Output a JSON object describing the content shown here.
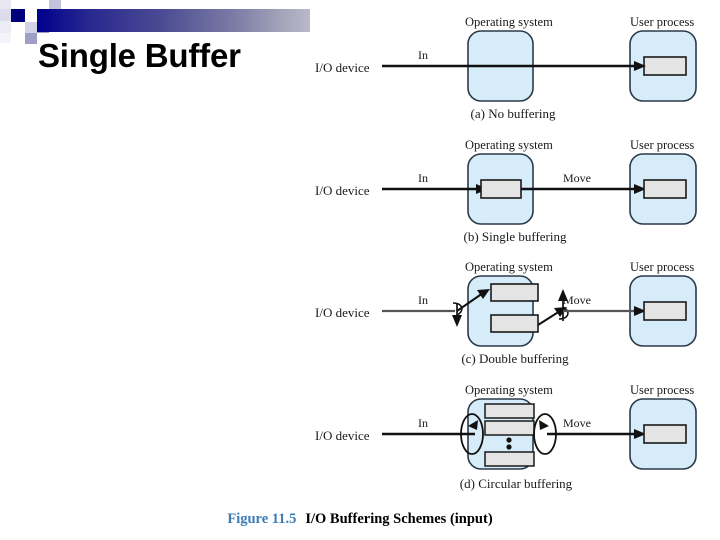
{
  "slide": {
    "title": "Single Buffer",
    "accent_dark": "#00008f",
    "accent_light": "#b9b9c9"
  },
  "figure": {
    "caption_number": "Figure 11.5",
    "caption_text": "I/O Buffering Schemes (input)",
    "caption_number_color": "#3b7cb5",
    "os_box_fill": "#d6ecf8",
    "os_box_stroke": "#2b3a4a",
    "buffer_fill": "#e4e4e4",
    "buffer_stroke": "#1a1a1a",
    "panels": [
      {
        "id": "no-buffering",
        "subcaption": "(a) No buffering",
        "os_label": "Operating system",
        "user_label": "User process",
        "device_label": "I/O device",
        "in_label": "In",
        "move_label": "",
        "os_buffers": 0,
        "user_buffers": 1
      },
      {
        "id": "single-buffering",
        "subcaption": "(b) Single buffering",
        "os_label": "Operating system",
        "user_label": "User process",
        "device_label": "I/O device",
        "in_label": "In",
        "move_label": "Move",
        "os_buffers": 1,
        "user_buffers": 1
      },
      {
        "id": "double-buffering",
        "subcaption": "(c) Double buffering",
        "os_label": "Operating system",
        "user_label": "User process",
        "device_label": "I/O device",
        "in_label": "In",
        "move_label": "Move",
        "os_buffers": 2,
        "user_buffers": 1
      },
      {
        "id": "circular-buffering",
        "subcaption": "(d) Circular buffering",
        "os_label": "Operating system",
        "user_label": "User process",
        "device_label": "I/O device",
        "in_label": "In",
        "move_label": "Move",
        "os_buffers": 3,
        "user_buffers": 1
      }
    ]
  }
}
